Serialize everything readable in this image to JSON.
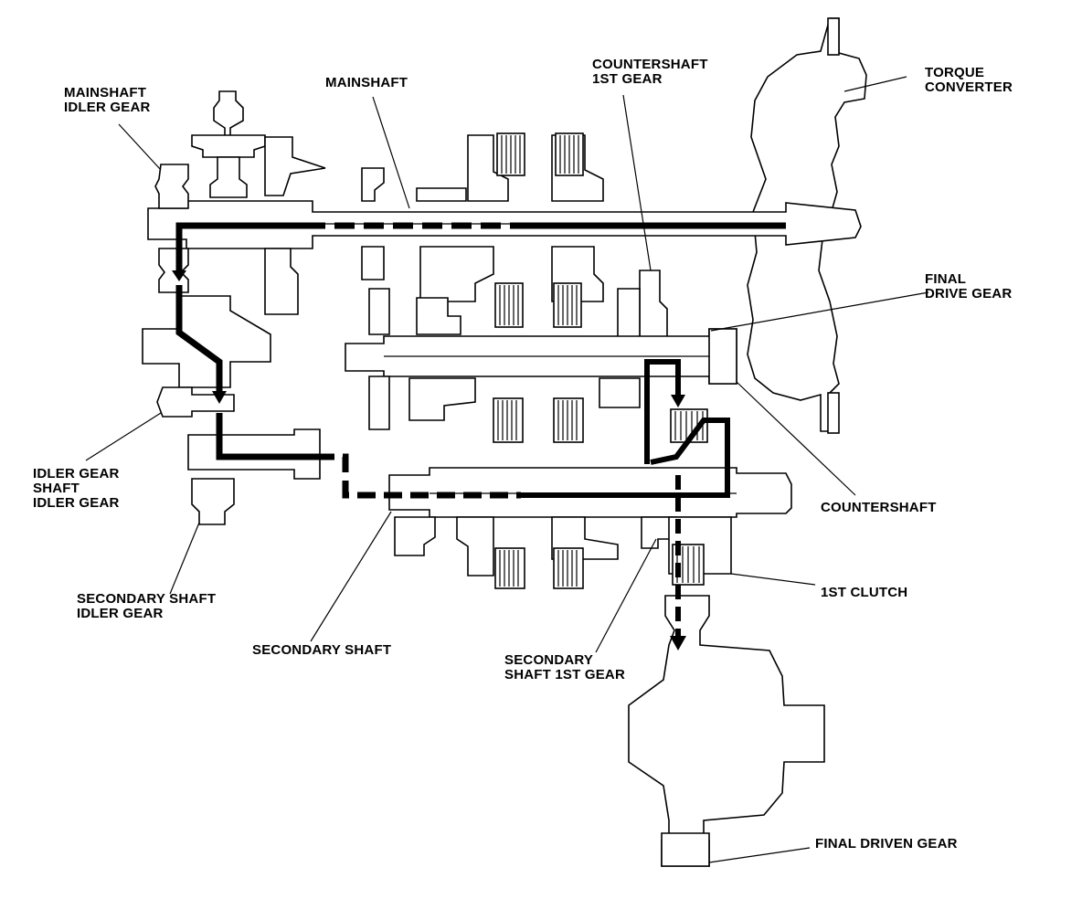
{
  "colors": {
    "ink": "#000000",
    "paper": "#ffffff"
  },
  "labels": {
    "mainshaft_idler_gear": [
      "MAINSHAFT",
      "IDLER GEAR"
    ],
    "mainshaft": [
      "MAINSHAFT"
    ],
    "countershaft_1st_gear": [
      "COUNTERSHAFT",
      "1ST GEAR"
    ],
    "torque_converter": [
      "TORQUE",
      "CONVERTER"
    ],
    "final_drive_gear": [
      "FINAL",
      "DRIVE GEAR"
    ],
    "idler_gear_shaft_idler_gear": [
      "IDLER GEAR",
      "SHAFT",
      "IDLER GEAR"
    ],
    "countershaft": [
      "COUNTERSHAFT"
    ],
    "secondary_shaft_idler_gear": [
      "SECONDARY SHAFT",
      "IDLER GEAR"
    ],
    "first_clutch": [
      "1ST CLUTCH"
    ],
    "secondary_shaft": [
      "SECONDARY SHAFT"
    ],
    "secondary_shaft_1st_gear": [
      "SECONDARY",
      "SHAFT 1ST GEAR"
    ],
    "final_driven_gear": [
      "FINAL DRIVEN GEAR"
    ]
  }
}
